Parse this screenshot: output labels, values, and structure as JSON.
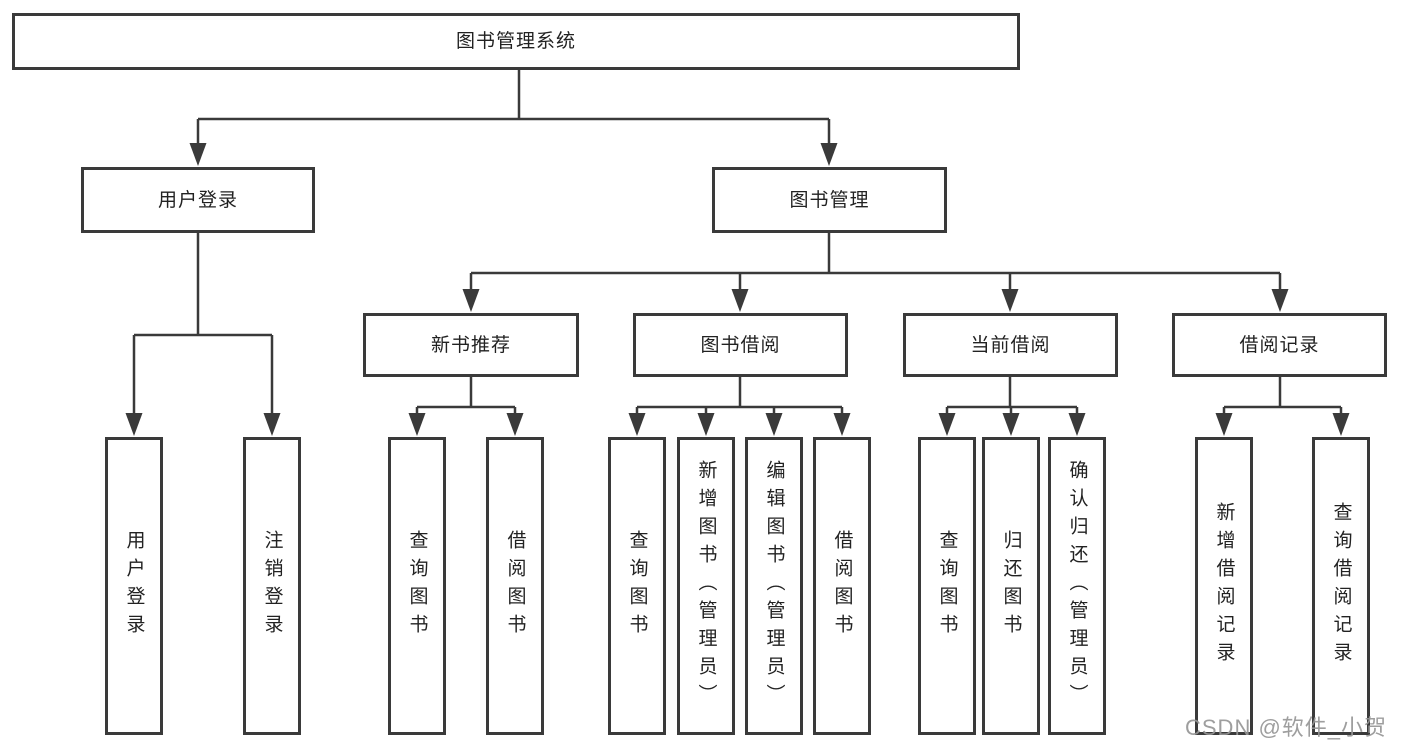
{
  "diagram": {
    "root": {
      "label": "图书管理系统",
      "children": [
        {
          "label": "用户登录",
          "children": [
            {
              "label": "用户登录"
            },
            {
              "label": "注销登录"
            }
          ]
        },
        {
          "label": "图书管理",
          "children": [
            {
              "label": "新书推荐",
              "children": [
                {
                  "label": "查询图书"
                },
                {
                  "label": "借阅图书"
                }
              ]
            },
            {
              "label": "图书借阅",
              "children": [
                {
                  "label": "查询图书"
                },
                {
                  "label": "新增图书（管理员）"
                },
                {
                  "label": "编辑图书（管理员）"
                },
                {
                  "label": "借阅图书"
                }
              ]
            },
            {
              "label": "当前借阅",
              "children": [
                {
                  "label": "查询图书"
                },
                {
                  "label": "归还图书"
                },
                {
                  "label": "确认归还（管理员）"
                }
              ]
            },
            {
              "label": "借阅记录",
              "children": [
                {
                  "label": "新增借阅记录"
                },
                {
                  "label": "查询借阅记录"
                }
              ]
            }
          ]
        }
      ]
    }
  },
  "watermark": {
    "text": "CSDN @软件_小贺同学"
  },
  "colors": {
    "line": "#3a3a3a",
    "box_border": "#3a3a3a",
    "text": "#222222",
    "watermark": "#969696",
    "background": "#ffffff"
  }
}
